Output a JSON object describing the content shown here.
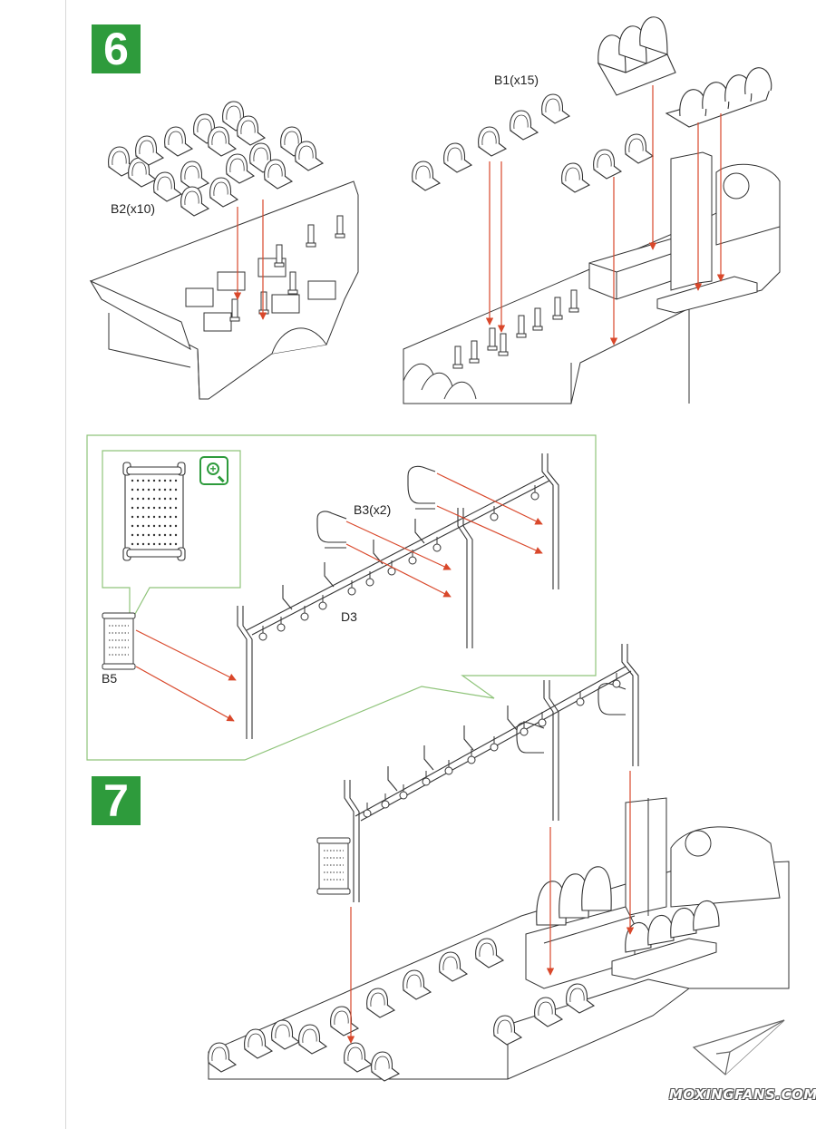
{
  "steps": {
    "step6": "6",
    "step7": "7"
  },
  "labels": {
    "b2": "B2(x10)",
    "b1": "B1(x15)",
    "b3": "B3(x2)",
    "d3": "D3",
    "b5": "B5"
  },
  "zoom_icon": "zoom-in-icon",
  "watermark": "MOXINGFANS.COM",
  "colors": {
    "step_badge": "#2e9b3c",
    "arrow": "#d9482b",
    "callout": "#8fc47a",
    "line": "#333333"
  }
}
